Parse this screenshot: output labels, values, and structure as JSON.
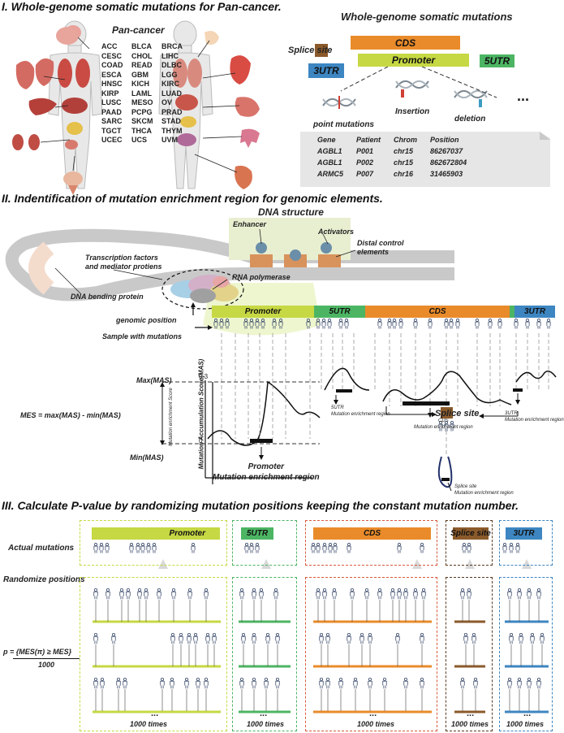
{
  "section1": {
    "title": "I. Whole-genome somatic mutations for Pan-cancer.",
    "pan_cancer_label": "Pan-cancer",
    "cancer_types": [
      "ACC",
      "BLCA",
      "BRCA",
      "CESC",
      "CHOL",
      "LIHC",
      "COAD",
      "READ",
      "DLBC",
      "ESCA",
      "GBM",
      "LGG",
      "HNSC",
      "KICH",
      "KIRC",
      "KIRP",
      "LAML",
      "LUAD",
      "LUSC",
      "MESO",
      "OV",
      "PAAD",
      "PCPG",
      "PRAD",
      "SARC",
      "SKCM",
      "STAD",
      "TGCT",
      "THCA",
      "THYM",
      "UCEC",
      "UCS",
      "UVM"
    ],
    "wgs_title": "Whole-genome somatic mutations",
    "elements": {
      "splice": "Splice site",
      "cds": "CDS",
      "promoter": "Promoter",
      "utr5": "5UTR",
      "utr3": "3UTR"
    },
    "mutation_types": {
      "point": "point mutations",
      "insertion": "Insertion",
      "deletion": "deletion",
      "more": "..."
    },
    "table": {
      "headers": [
        "Gene",
        "Patient",
        "Chrom",
        "Position"
      ],
      "rows": [
        [
          "AGBL1",
          "P001",
          "chr15",
          "86267037"
        ],
        [
          "AGBL1",
          "P002",
          "chr15",
          "862672804"
        ],
        [
          "ARMC5",
          "P007",
          "chr16",
          "31465903"
        ]
      ]
    }
  },
  "section2": {
    "title": "II. Indentification of mutation enrichment region for genomic elements.",
    "dna_structure": "DNA structure",
    "enhancer": "Enhancer",
    "activators": "Activators",
    "distal": "Distal control\nelements",
    "tf": "Transcription factors\nand mediator protiens",
    "rna_pol": "RNA polymerase",
    "dna_bending": "DNA bending protein",
    "genomic_position": "genomic position",
    "sample_with_mutations": "Sample with mutations",
    "bars": {
      "promoter": "Promoter",
      "utr5": "5UTR",
      "cds": "CDS",
      "utr3": "3UTR"
    },
    "max_mas": "Max(MAS)",
    "min_mas": "Min(MAS)",
    "mes_axis": "Mutation enrichment Score",
    "mas_axis": "Mutation Accumulation Score(MAS)",
    "mes_formula": "MES = max(MAS) - min(MAS)",
    "promoter_region": "Promoter\nMutation enrichment region",
    "utr5_region": "5UTR\nMutation enrichment region",
    "cds_region": "CDS\nMutation enrichment region",
    "utr3_region": "3UTR\nMutation enrichment region",
    "splice_label": "Splice site",
    "splice_region": "Splice site\nMutation enrichment region"
  },
  "section3": {
    "title": "III. Calculate P-value by randomizing mutation positions keeping the constant mutation number.",
    "actual_mutations": "Actual mutations",
    "randomize_positions": "Randomize positions",
    "p_formula_top": "p = {MES(π) ≥ MES}",
    "p_formula_bottom": "1000",
    "times": "1000 times",
    "dots": "...",
    "bars": {
      "promoter": "Promoter",
      "utr5": "5UTR",
      "cds": "CDS",
      "splice": "Splice site",
      "utr3": "3UTR"
    }
  },
  "colors": {
    "promoter": "#c6d843",
    "utr5": "#4cb563",
    "cds": "#e98b2a",
    "splice": "#8b5a2b",
    "utr3": "#3d86c2",
    "enhancer": "#e8efd0"
  }
}
